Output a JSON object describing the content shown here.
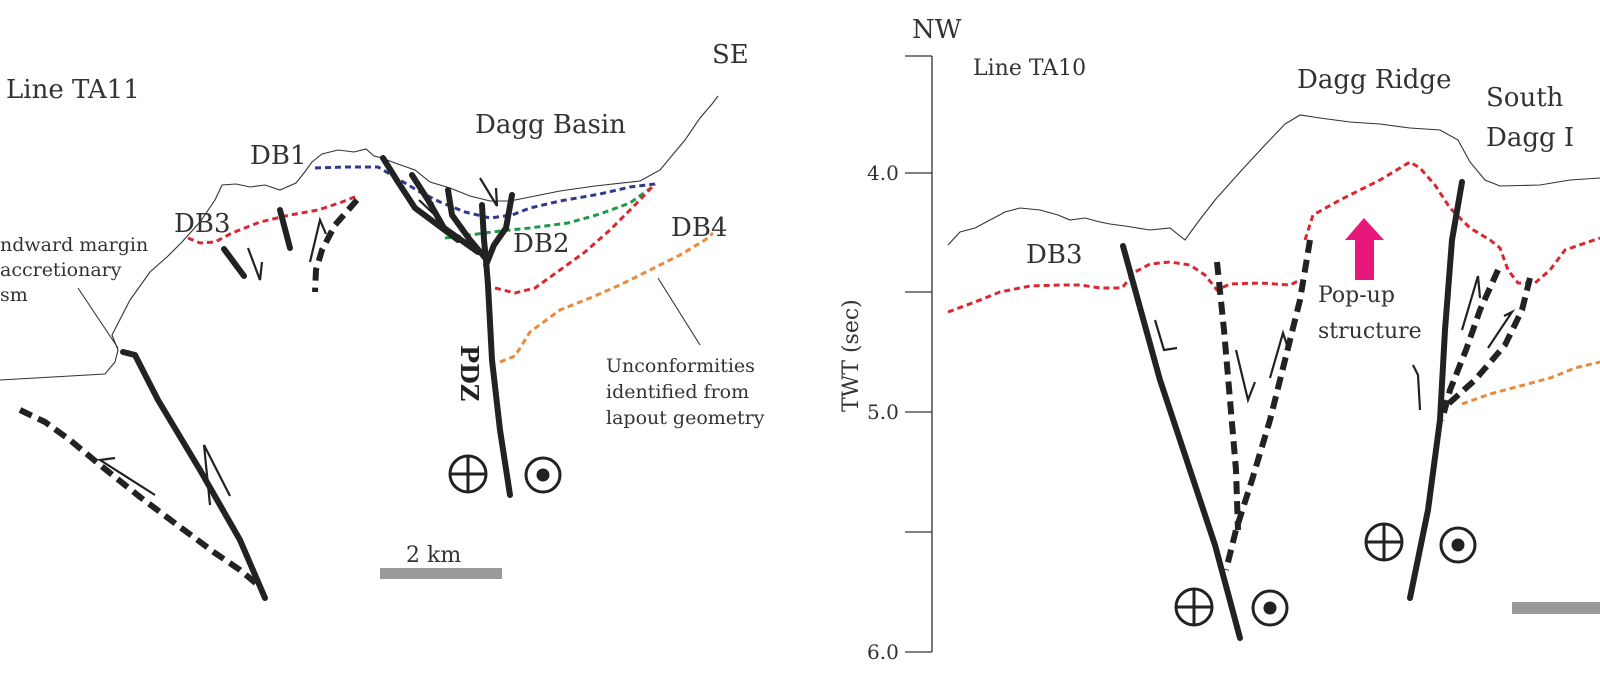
{
  "panel_left": {
    "line_label": "Line TA11",
    "direction_label": "SE",
    "basin_label": "Dagg Basin",
    "margin_label": [
      "ndward margin",
      "accretionary",
      "sm"
    ],
    "unconformities": [
      "DB1",
      "DB2",
      "DB3",
      "DB4"
    ],
    "fault_zone_label": "PDZ",
    "note_label": [
      "Unconformities",
      "identified from",
      "lapout geometry"
    ],
    "scale_label": "2 km"
  },
  "panel_right": {
    "line_label": "Line TA10",
    "direction_label": "NW",
    "ridge_label": "Dagg Ridge",
    "south_label": [
      "South",
      "Dagg I"
    ],
    "unconformity": "DB3",
    "structure_label": [
      "Pop-up",
      "structure"
    ],
    "axis_title": "TWT (sec)",
    "ticks": [
      "4.0",
      "5.0",
      "6.0"
    ]
  },
  "colors": {
    "db1": "#2f3a8f",
    "db2": "#1c9a4a",
    "db3": "#d9282f",
    "db4": "#e98a3f",
    "uplift_arrow": "#e8177a",
    "scale_bar": "#999999"
  },
  "icons": [
    "strike-slip-away-icon",
    "strike-slip-toward-icon",
    "uplift-arrow-icon"
  ]
}
